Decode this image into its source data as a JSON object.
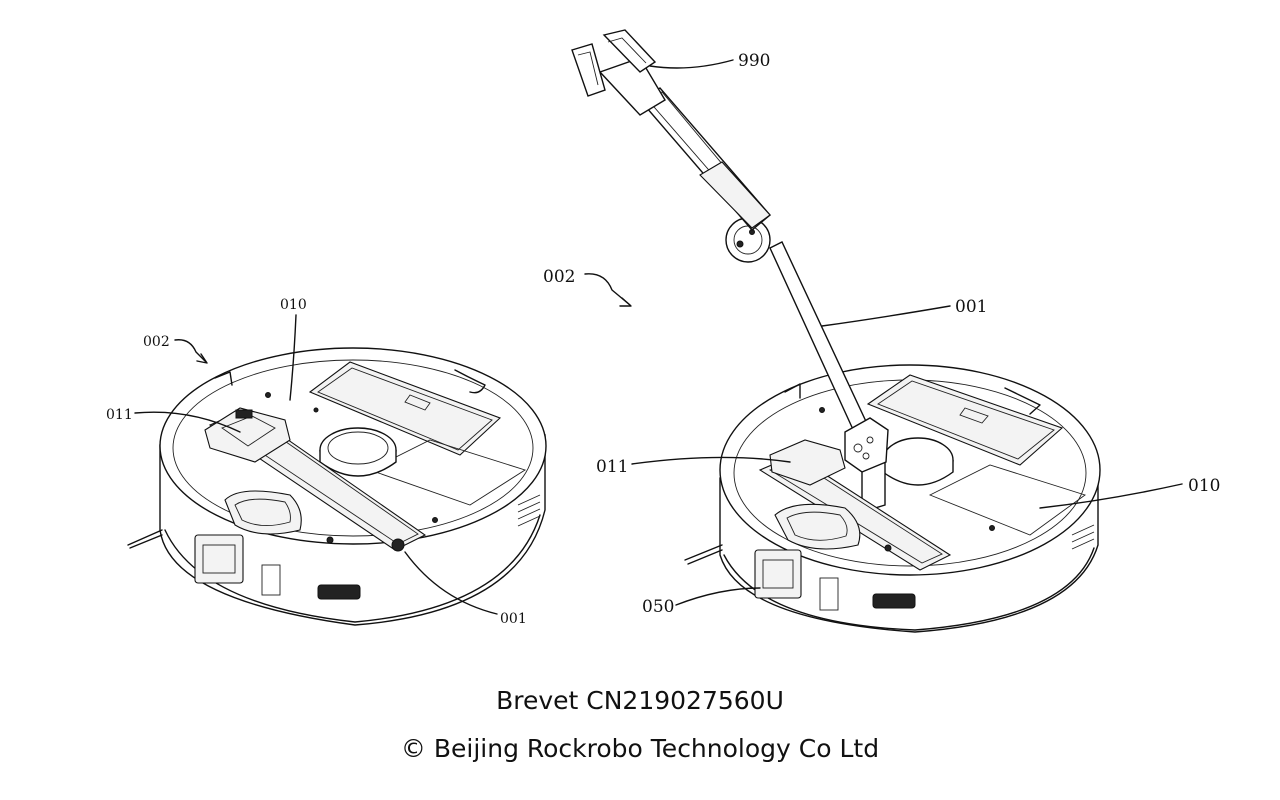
{
  "figure": {
    "left_view": {
      "labels": {
        "l002": "002",
        "l010": "010",
        "l011": "011",
        "l001": "001"
      }
    },
    "right_view": {
      "labels": {
        "l990": "990",
        "l002": "002",
        "l001": "001",
        "l011": "011",
        "l010": "010",
        "l050": "050"
      }
    }
  },
  "caption": {
    "line1": "Brevet CN219027560U",
    "line2": "© Beijing Rockrobo Technology Co Ltd"
  }
}
